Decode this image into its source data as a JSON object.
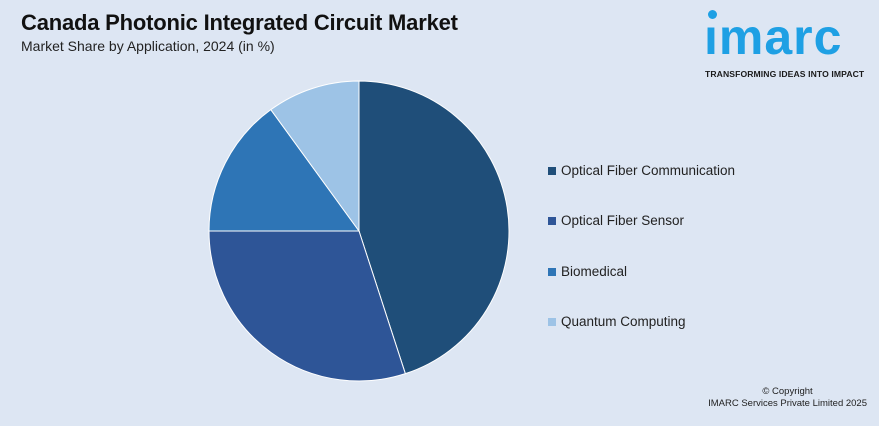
{
  "header": {
    "title": "Canada Photonic Integrated Circuit Market",
    "subtitle": "Market Share by Application, 2024 (in %)"
  },
  "logo": {
    "word": "ımarc",
    "tagline": "TRANSFORMING IDEAS INTO IMPACT",
    "color": "#1ea0e4"
  },
  "chart_data": {
    "type": "pie",
    "title": "",
    "categories": [
      "Optical Fiber Communication",
      "Optical Fiber Sensor",
      "Biomedical",
      "Quantum Computing"
    ],
    "values": [
      45,
      30,
      15,
      10
    ],
    "colors": [
      "#1f4e79",
      "#2e5597",
      "#2e75b6",
      "#9dc3e6"
    ],
    "start": "12 o'clock, clockwise",
    "legend_position": "right"
  },
  "footer": {
    "copyright_line1": "© Copyright",
    "copyright_line2": "IMARC Services Private Limited 2025"
  }
}
